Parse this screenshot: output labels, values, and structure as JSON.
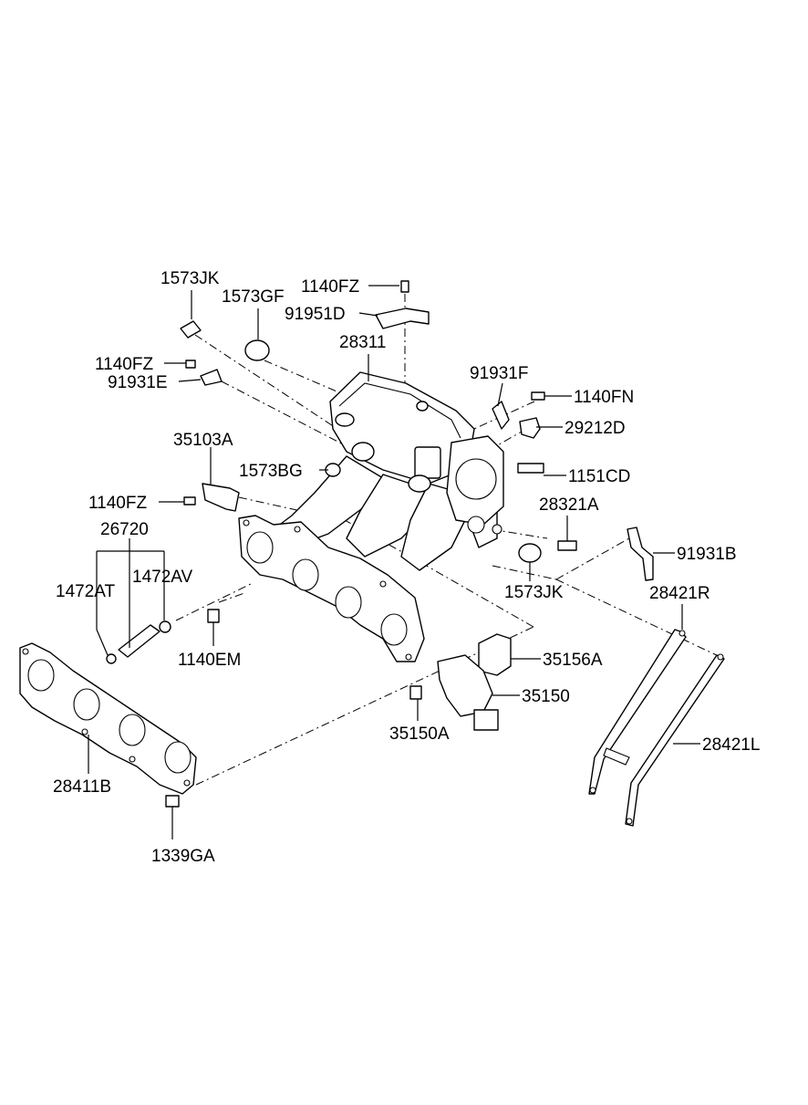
{
  "labels": {
    "p1573JK_top": "1573JK",
    "p1573GF": "1573GF",
    "p1140FZ_top": "1140FZ",
    "p91951D": "91951D",
    "p28311": "28311",
    "p1140FZ_left": "1140FZ",
    "p91931E": "91931E",
    "p91931F": "91931F",
    "p1140FN": "1140FN",
    "p29212D": "29212D",
    "p35103A": "35103A",
    "p1573BG": "1573BG",
    "p1151CD": "1151CD",
    "p1140FZ_mid": "1140FZ",
    "p26720": "26720",
    "p28321A": "28321A",
    "p1472AT": "1472AT",
    "p1472AV": "1472AV",
    "p91931B": "91931B",
    "p1573JK_mid": "1573JK",
    "p28421R": "28421R",
    "p1140EM": "1140EM",
    "p35156A": "35156A",
    "p35150": "35150",
    "p35150A": "35150A",
    "p28421L": "28421L",
    "p28411B": "28411B",
    "p1339GA": "1339GA"
  }
}
